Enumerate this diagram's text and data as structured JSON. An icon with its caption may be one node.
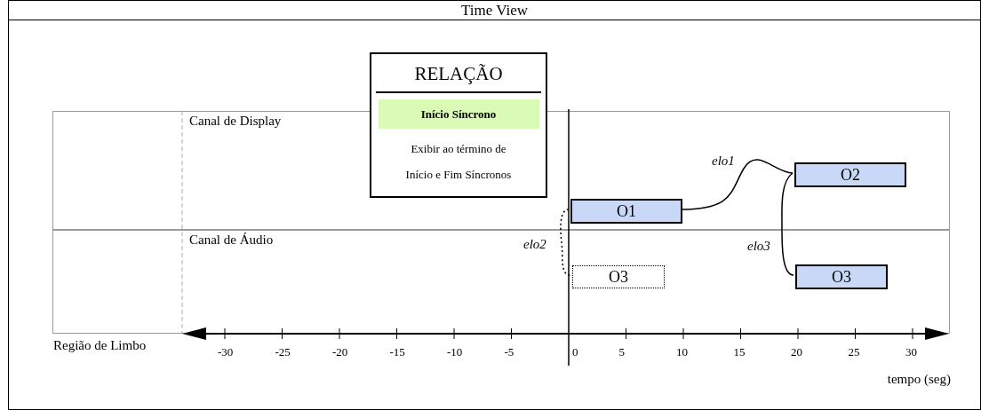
{
  "diagram": {
    "nodes": [
      {
        "text": [
          "Time View"
        ]
      },
      {
        "text": [
          "RELAÇÃO",
          "Início Síncrono",
          "Exibir ao término de",
          "Início e Fim Síncronos"
        ],
        "in": 0
      },
      {
        "text": [
          "Canal de Display"
        ],
        "in": 0
      },
      {
        "text": [
          "Canal de Áudio"
        ],
        "in": 0
      },
      {
        "text": [
          "O1"
        ],
        "in": 2
      },
      {
        "text": [
          "O2"
        ],
        "in": 2
      },
      {
        "text": [
          "O3"
        ],
        "in": 3
      },
      {
        "text": [
          "O3"
        ],
        "in": 3
      }
    ],
    "edges": [
      {
        "from": 4,
        "to": 5,
        "arrow": "none",
        "label": "elo1"
      },
      {
        "from": 4,
        "to": 6,
        "arrow": "none",
        "label": "elo2",
        "style": "dashed"
      },
      {
        "from": 5,
        "to": 7,
        "arrow": "none",
        "label": "elo3"
      }
    ],
    "labels": [
      "Região de Limbo",
      "-30",
      "-25",
      "-20",
      "-15",
      "-10",
      "-5",
      "0",
      "5",
      "10",
      "15",
      "20",
      "25",
      "30",
      "tempo (seg)"
    ]
  }
}
